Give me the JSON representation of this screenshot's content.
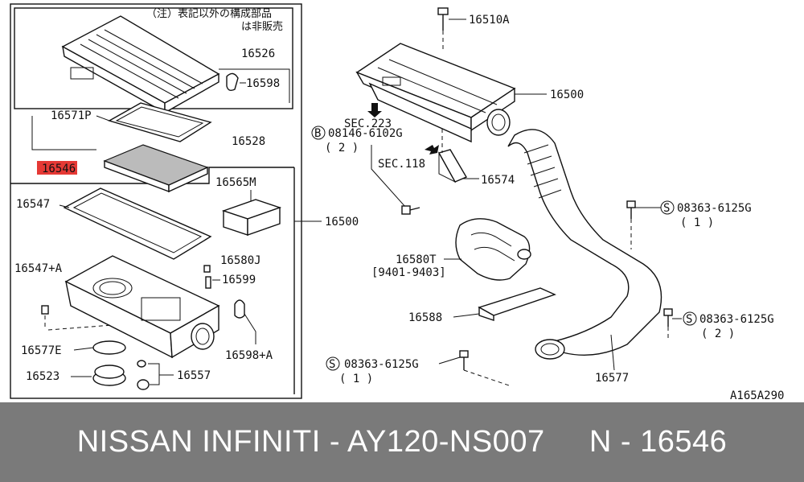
{
  "labels": {
    "note": "（注）表記以外の構成部品",
    "note2": "は非販売",
    "p16526": "16526",
    "p16598": "16598",
    "p16571P": "16571P",
    "p16546": "16546",
    "p16528": "16528",
    "p16547": "16547",
    "p16565M": "16565M",
    "p16500_left": "16500",
    "p16547A": "16547+A",
    "p16580J": "16580J",
    "p16599": "16599",
    "p16577E": "16577E",
    "p16598A": "16598+A",
    "p16523": "16523",
    "p16557": "16557",
    "p16510A": "16510A",
    "p16500_right": "16500",
    "sec223": "SEC.223",
    "bolt_b": "08146-6102G",
    "bolt_b_qty": "( 2 )",
    "sec118": "SEC.118",
    "p16574": "16574",
    "s1": "08363-6125G",
    "s1_qty": "( 1 )",
    "p16580T": "16580T",
    "p16580T_range": "[9401-9403]",
    "p16588": "16588",
    "s2": "08363-6125G",
    "s2_qty": "( 2 )",
    "s3": "08363-6125G",
    "s3_qty": "( 1 )",
    "p16577": "16577",
    "drawing_code": "A165A290",
    "circ_b": "B",
    "circ_s": "S"
  },
  "footer": {
    "text": "NISSAN INFINITI - AY120-NS007     N - 16546"
  },
  "colors": {
    "highlight": "#e53935",
    "footer_bg": "#7a7a7a"
  }
}
